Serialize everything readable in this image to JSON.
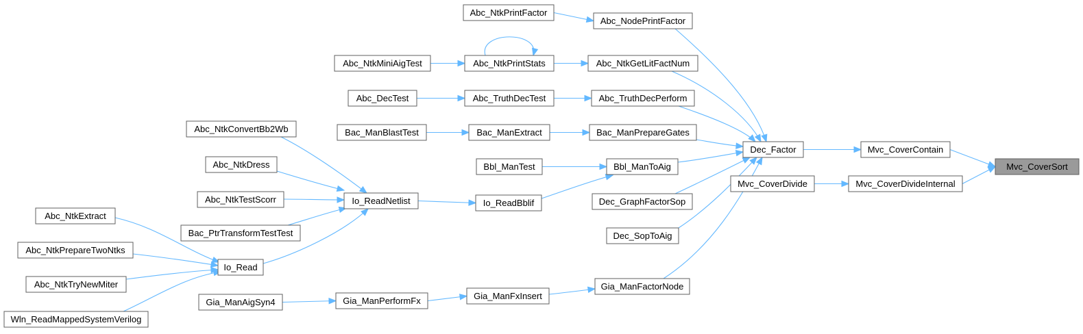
{
  "graph": {
    "nodes": [
      {
        "id": "n01",
        "label": "Abc_NtkPrintFactor"
      },
      {
        "id": "n02",
        "label": "Abc_NodePrintFactor"
      },
      {
        "id": "n03",
        "label": "Abc_NtkMiniAigTest"
      },
      {
        "id": "n04",
        "label": "Abc_NtkPrintStats"
      },
      {
        "id": "n05",
        "label": "Abc_NtkGetLitFactNum"
      },
      {
        "id": "n06",
        "label": "Abc_DecTest"
      },
      {
        "id": "n07",
        "label": "Abc_TruthDecTest"
      },
      {
        "id": "n08",
        "label": "Abc_TruthDecPerform"
      },
      {
        "id": "n09",
        "label": "Abc_NtkConvertBb2Wb"
      },
      {
        "id": "n10",
        "label": "Bac_ManBlastTest"
      },
      {
        "id": "n11",
        "label": "Bac_ManExtract"
      },
      {
        "id": "n12",
        "label": "Bac_ManPrepareGates"
      },
      {
        "id": "n13",
        "label": "Dec_Factor"
      },
      {
        "id": "n14",
        "label": "Mvc_CoverContain"
      },
      {
        "id": "n15",
        "label": "Mvc_CoverSort"
      },
      {
        "id": "n16",
        "label": "Abc_NtkDress"
      },
      {
        "id": "n17",
        "label": "Bbl_ManTest"
      },
      {
        "id": "n18",
        "label": "Bbl_ManToAig"
      },
      {
        "id": "n19",
        "label": "Mvc_CoverDivide"
      },
      {
        "id": "n20",
        "label": "Mvc_CoverDivideInternal"
      },
      {
        "id": "n21",
        "label": "Abc_NtkTestScorr"
      },
      {
        "id": "n22",
        "label": "Io_ReadNetlist"
      },
      {
        "id": "n23",
        "label": "Io_ReadBblif"
      },
      {
        "id": "n24",
        "label": "Dec_GraphFactorSop"
      },
      {
        "id": "n25",
        "label": "Abc_NtkExtract"
      },
      {
        "id": "n26",
        "label": "Bac_PtrTransformTestTest"
      },
      {
        "id": "n27",
        "label": "Dec_SopToAig"
      },
      {
        "id": "n28",
        "label": "Abc_NtkPrepareTwoNtks"
      },
      {
        "id": "n29",
        "label": "Io_Read"
      },
      {
        "id": "n30",
        "label": "Abc_NtkTryNewMiter"
      },
      {
        "id": "n31",
        "label": "Gia_ManFactorNode"
      },
      {
        "id": "n32",
        "label": "Gia_ManAigSyn4"
      },
      {
        "id": "n33",
        "label": "Gia_ManPerformFx"
      },
      {
        "id": "n34",
        "label": "Gia_ManFxInsert"
      },
      {
        "id": "n35",
        "label": "Wln_ReadMappedSystemVerilog"
      }
    ],
    "edges": [
      [
        "n01",
        "n02"
      ],
      [
        "n02",
        "n13"
      ],
      [
        "n03",
        "n04"
      ],
      [
        "n04",
        "n04"
      ],
      [
        "n04",
        "n05"
      ],
      [
        "n05",
        "n13"
      ],
      [
        "n06",
        "n07"
      ],
      [
        "n07",
        "n08"
      ],
      [
        "n08",
        "n13"
      ],
      [
        "n10",
        "n11"
      ],
      [
        "n11",
        "n12"
      ],
      [
        "n12",
        "n13"
      ],
      [
        "n13",
        "n14"
      ],
      [
        "n14",
        "n15"
      ],
      [
        "n19",
        "n20"
      ],
      [
        "n20",
        "n15"
      ],
      [
        "n17",
        "n18"
      ],
      [
        "n18",
        "n13"
      ],
      [
        "n24",
        "n13"
      ],
      [
        "n27",
        "n13"
      ],
      [
        "n31",
        "n13"
      ],
      [
        "n09",
        "n22"
      ],
      [
        "n16",
        "n22"
      ],
      [
        "n21",
        "n22"
      ],
      [
        "n26",
        "n22"
      ],
      [
        "n29",
        "n22"
      ],
      [
        "n22",
        "n23"
      ],
      [
        "n23",
        "n18"
      ],
      [
        "n25",
        "n29"
      ],
      [
        "n28",
        "n29"
      ],
      [
        "n30",
        "n29"
      ],
      [
        "n35",
        "n29"
      ],
      [
        "n32",
        "n33"
      ],
      [
        "n33",
        "n34"
      ],
      [
        "n34",
        "n31"
      ]
    ],
    "root": "n15"
  }
}
